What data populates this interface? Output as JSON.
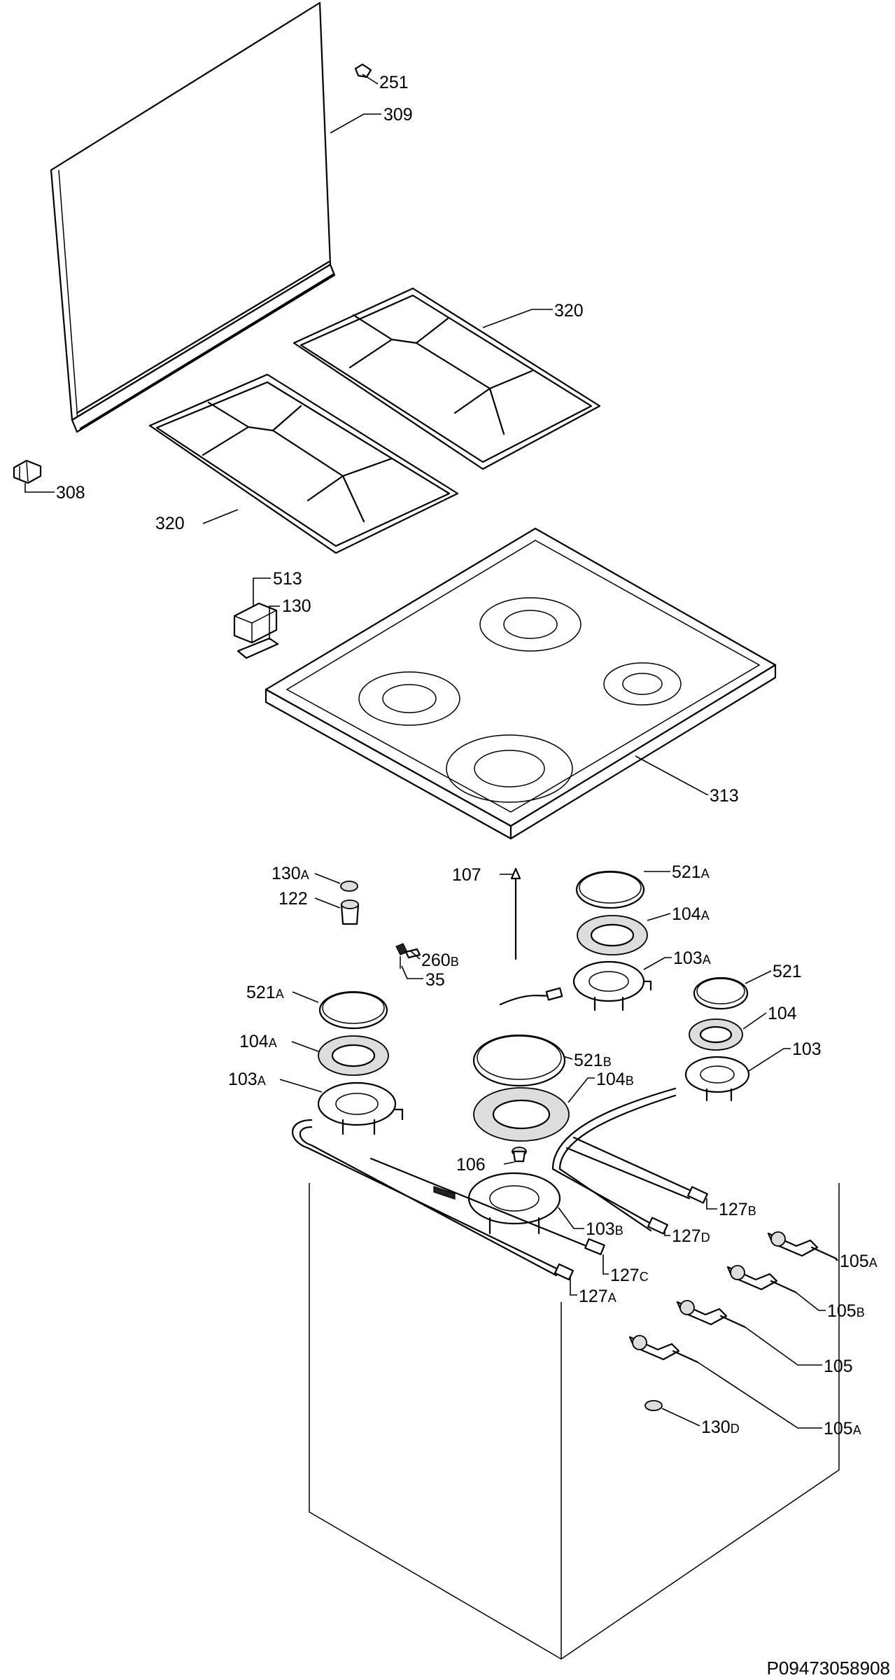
{
  "diagram_code": "P09473058908",
  "labels": [
    {
      "main": "251",
      "sub": ""
    },
    {
      "main": "309",
      "sub": ""
    },
    {
      "main": "320",
      "sub": ""
    },
    {
      "main": "320",
      "sub": ""
    },
    {
      "main": "308",
      "sub": ""
    },
    {
      "main": "513",
      "sub": ""
    },
    {
      "main": "130",
      "sub": ""
    },
    {
      "main": "313",
      "sub": ""
    },
    {
      "main": "107",
      "sub": ""
    },
    {
      "main": "521",
      "sub": "A"
    },
    {
      "main": "130",
      "sub": "A"
    },
    {
      "main": "122",
      "sub": ""
    },
    {
      "main": "104",
      "sub": "A"
    },
    {
      "main": "260",
      "sub": "B"
    },
    {
      "main": "35",
      "sub": ""
    },
    {
      "main": "103",
      "sub": "A"
    },
    {
      "main": "521",
      "sub": ""
    },
    {
      "main": "521",
      "sub": "A"
    },
    {
      "main": "104",
      "sub": ""
    },
    {
      "main": "104",
      "sub": "A"
    },
    {
      "main": "521",
      "sub": "B"
    },
    {
      "main": "103",
      "sub": ""
    },
    {
      "main": "103",
      "sub": "A"
    },
    {
      "main": "104",
      "sub": "B"
    },
    {
      "main": "106",
      "sub": ""
    },
    {
      "main": "127",
      "sub": "B"
    },
    {
      "main": "103",
      "sub": "B"
    },
    {
      "main": "127",
      "sub": "D"
    },
    {
      "main": "105",
      "sub": "A"
    },
    {
      "main": "127",
      "sub": "C"
    },
    {
      "main": "127",
      "sub": "A"
    },
    {
      "main": "105",
      "sub": "B"
    },
    {
      "main": "105",
      "sub": ""
    },
    {
      "main": "130",
      "sub": "D"
    },
    {
      "main": "105",
      "sub": "A"
    }
  ]
}
